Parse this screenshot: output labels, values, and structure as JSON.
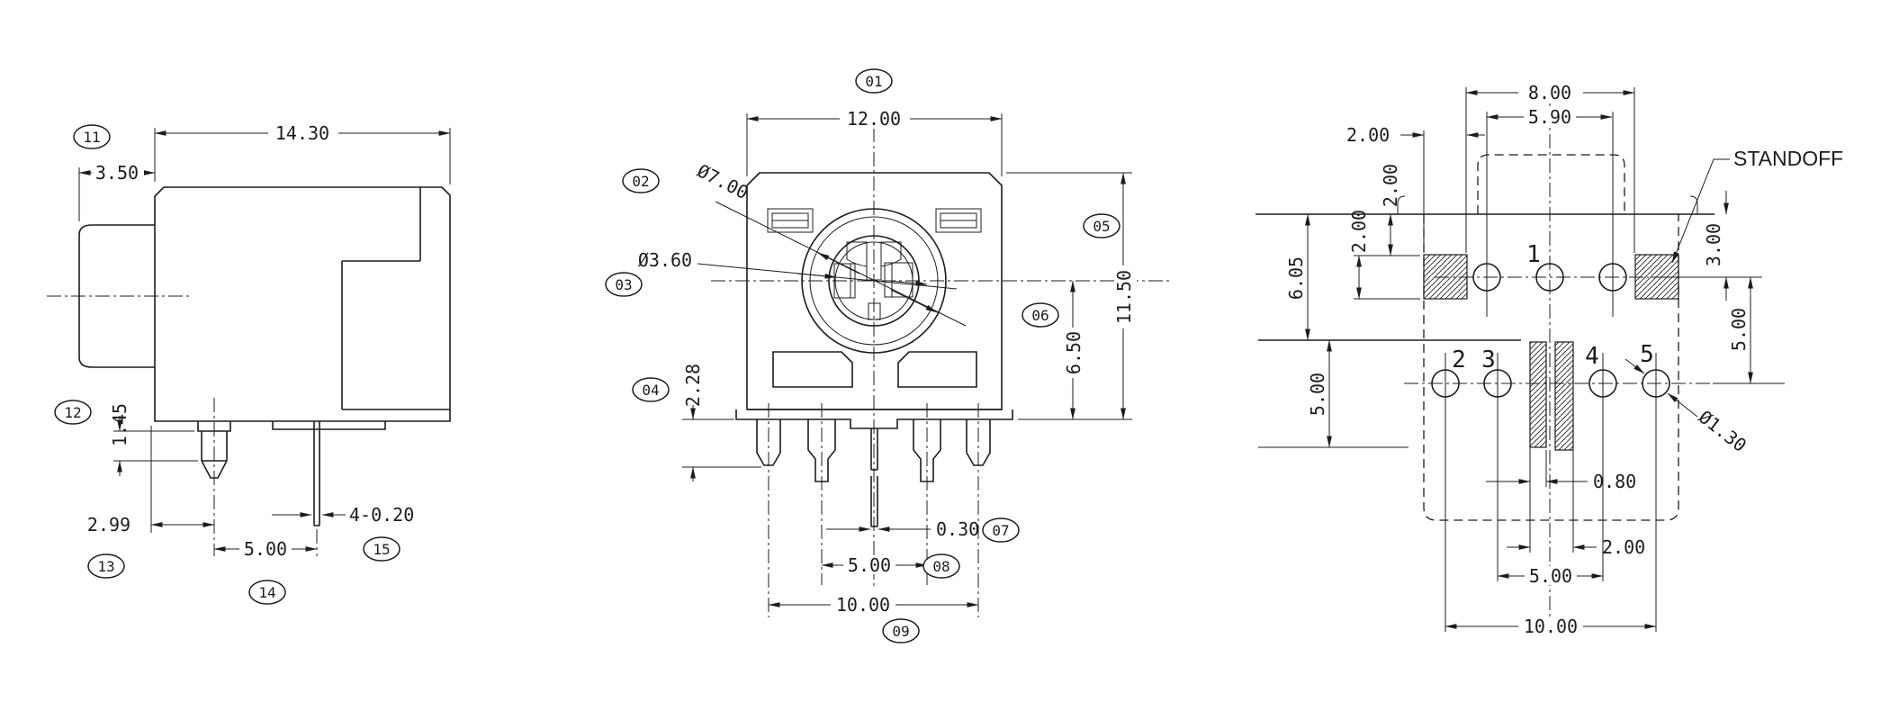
{
  "drawing": {
    "background": "#ffffff",
    "line_color": "#1c1c1c",
    "side_view": {
      "balloons": [
        "11",
        "12",
        "13",
        "14",
        "15"
      ],
      "dims": {
        "body_length": "14.30",
        "bushing_length": "3.50",
        "pin_shoulder": "1.45",
        "pin_offset": "2.99",
        "pin_spacing": "5.00",
        "flat_pins": "4-0.20"
      }
    },
    "front_view": {
      "balloons": [
        "01",
        "02",
        "03",
        "04",
        "05",
        "06",
        "07",
        "08",
        "09"
      ],
      "dims": {
        "body_width": "12.00",
        "barrel_dia": "Ø7.00",
        "bore_dia": "Ø3.60",
        "peg_length": "2.28",
        "body_height": "11.50",
        "axis_height": "6.50",
        "pin_thickness": "0.30",
        "pin_pitch": "5.00",
        "pin_span": "10.00"
      }
    },
    "footprint_view": {
      "hole_numbers": [
        "1",
        "2",
        "3",
        "4",
        "5"
      ],
      "standoff_label": "STANDOFF",
      "dims": {
        "standoff_span": "8.00",
        "top_hole_span": "5.90",
        "standoff_width": "2.00",
        "edge_offset": "2.00",
        "standoff_height": "2.00",
        "body_depth": "6.05",
        "slot_length": "5.00",
        "row1_offset": "3.00",
        "row_spacing": "5.00",
        "hole_dia": "Ø1.30",
        "slot_width": "0.80",
        "slot_pair_width": "2.00",
        "row2_pitch": "5.00",
        "row2_span": "10.00"
      }
    }
  }
}
